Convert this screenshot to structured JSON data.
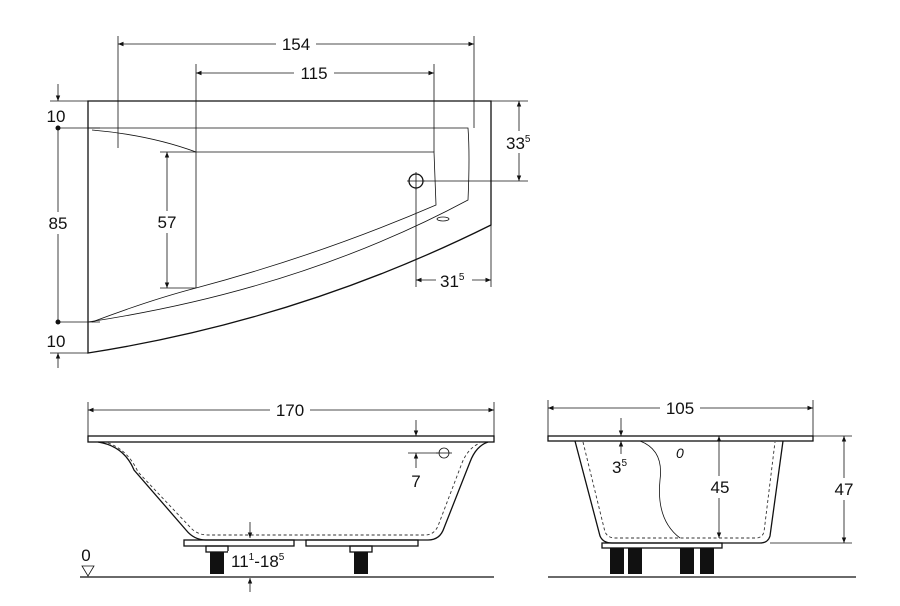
{
  "top_view": {
    "overall_length": {
      "value": "154"
    },
    "inner_length": {
      "value": "115"
    },
    "overall_width": {
      "value": "85"
    },
    "inner_width": {
      "value": "57"
    },
    "rim_top": {
      "value": "10"
    },
    "rim_bottom": {
      "value": "10"
    },
    "drain_offset_y": {
      "value": "33",
      "sup": "5"
    },
    "drain_offset_x": {
      "value": "31",
      "sup": "5"
    }
  },
  "side_view": {
    "length": {
      "value": "170"
    },
    "overflow_drop": {
      "value": "7"
    },
    "feet_range": {
      "value": "11",
      "sup1": "1",
      "mid": "-18",
      "sup2": "5"
    },
    "floor_level": {
      "value": "0"
    }
  },
  "end_view": {
    "width": {
      "value": "105"
    },
    "rim_thickness": {
      "value": "3",
      "sup": "5"
    },
    "depth": {
      "value": "45"
    },
    "total_height": {
      "value": "47"
    },
    "mark": {
      "value": "0"
    }
  }
}
